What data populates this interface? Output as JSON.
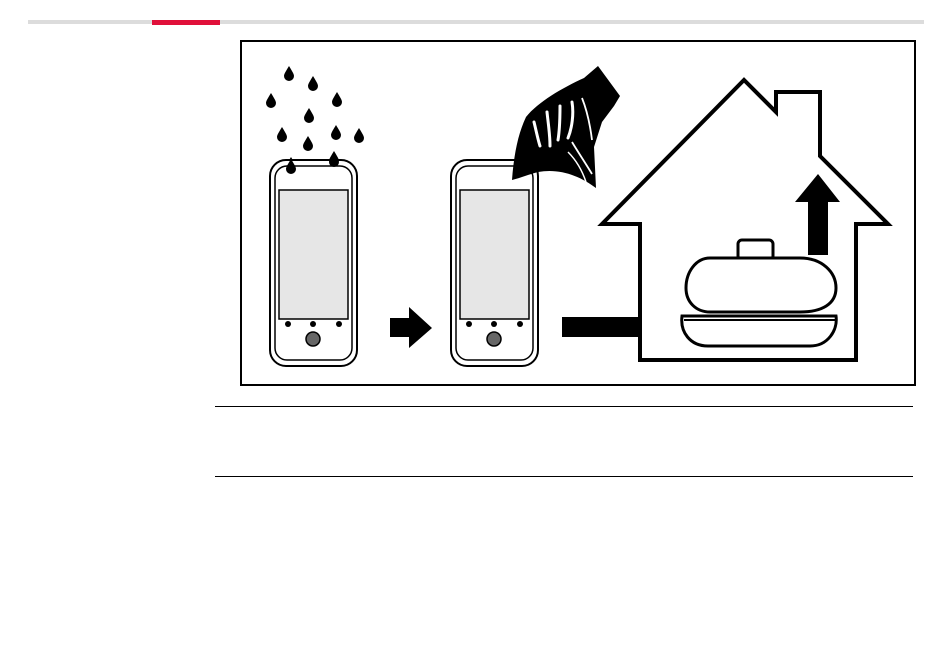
{
  "header": {
    "accent_color": "#e0103a",
    "rule_color": "#dcdcdc"
  },
  "figure": {
    "panels": [
      "rain-on-device",
      "wipe-dry-with-cloth",
      "store-indoors-in-case"
    ],
    "line_color": "#000000",
    "screen_color": "#e6e6e6"
  },
  "note_row": {
    "text": ""
  }
}
